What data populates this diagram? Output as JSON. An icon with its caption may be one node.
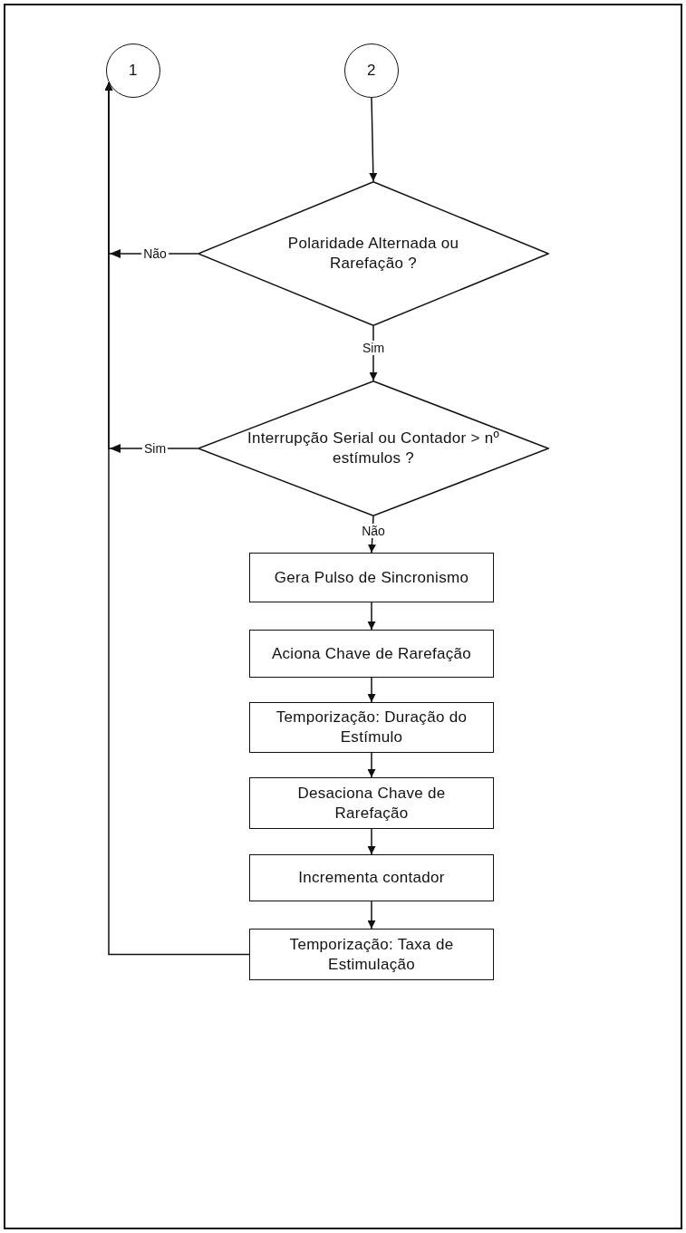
{
  "diagram": {
    "nodes": [
      {
        "text": [
          "1"
        ]
      },
      {
        "text": [
          "2"
        ]
      },
      {
        "text": [
          "Polaridade Alternada ou Rarefação ?"
        ]
      },
      {
        "text": [
          "Interrupção Serial ou Contador > nº estímulos ?"
        ]
      },
      {
        "text": [
          "Gera Pulso de Sincronismo"
        ]
      },
      {
        "text": [
          "Aciona Chave de Rarefação"
        ]
      },
      {
        "text": [
          "Temporização: Duração do Estímulo"
        ]
      },
      {
        "text": [
          "Desaciona Chave de Rarefação"
        ]
      },
      {
        "text": [
          "Incrementa contador"
        ]
      },
      {
        "text": [
          "Temporização: Taxa de Estimulação"
        ]
      }
    ],
    "edges": [
      {
        "from": 1,
        "to": 2,
        "arrow": "to"
      },
      {
        "from": 2,
        "to": 3,
        "arrow": "to",
        "label": "Sim"
      },
      {
        "from": 2,
        "to": 0,
        "arrow": "to",
        "label": "Não"
      },
      {
        "from": 3,
        "to": 4,
        "arrow": "to",
        "label": "Não"
      },
      {
        "from": 3,
        "to": 0,
        "arrow": "to",
        "label": "Sim"
      },
      {
        "from": 4,
        "to": 5,
        "arrow": "to"
      },
      {
        "from": 5,
        "to": 6,
        "arrow": "to"
      },
      {
        "from": 6,
        "to": 7,
        "arrow": "to"
      },
      {
        "from": 7,
        "to": 8,
        "arrow": "to"
      },
      {
        "from": 8,
        "to": 9,
        "arrow": "to"
      },
      {
        "from": 9,
        "to": 0,
        "arrow": "to"
      }
    ]
  }
}
